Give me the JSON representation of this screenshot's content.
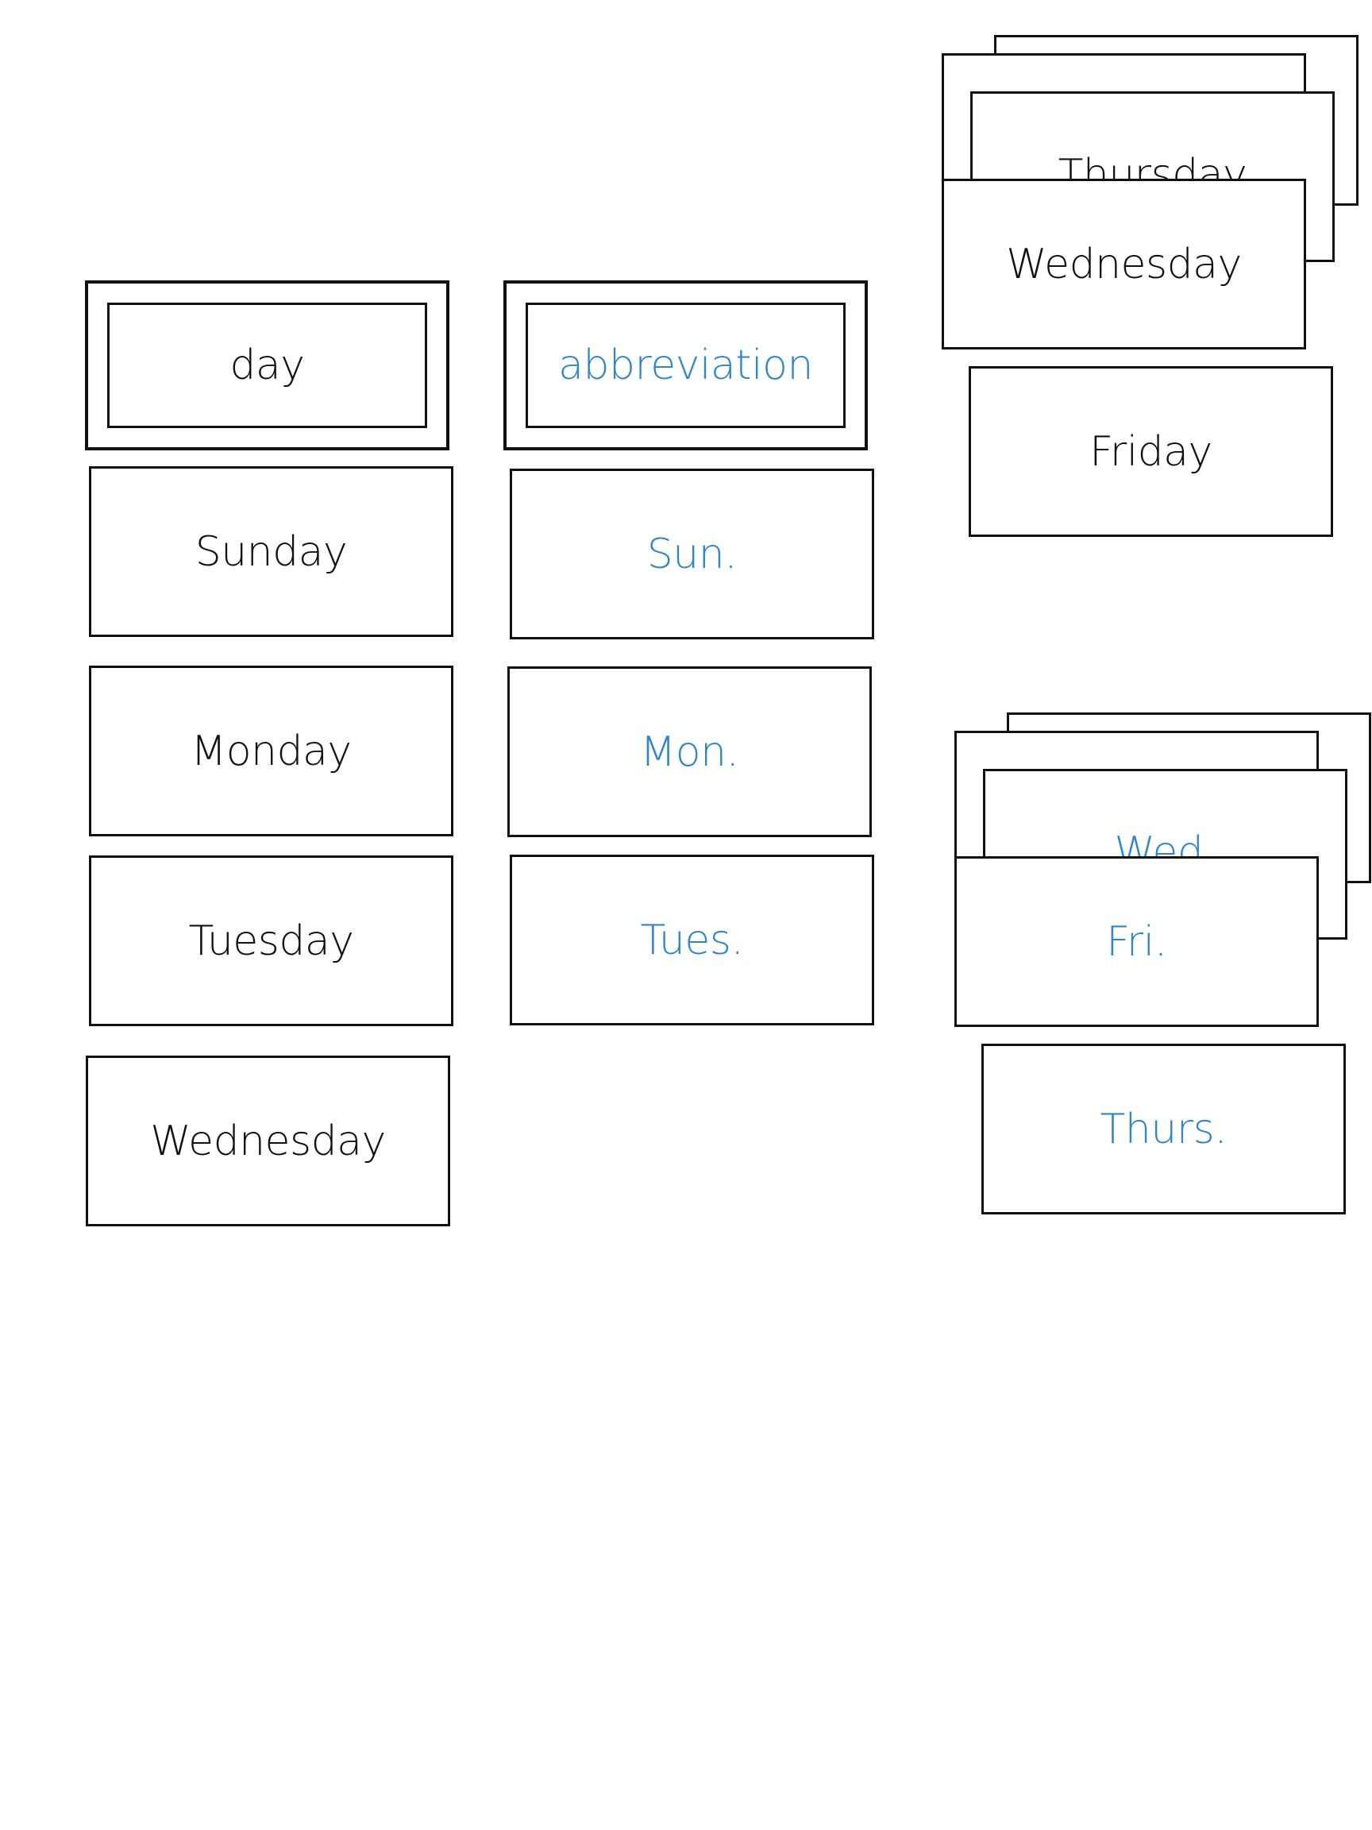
{
  "headers": {
    "day": "day",
    "abbreviation": "abbreviation"
  },
  "days": {
    "sunday": "Sunday",
    "monday": "Monday",
    "tuesday": "Tuesday",
    "wednesday": "Wednesday"
  },
  "abbreviations": {
    "sun": "Sun.",
    "mon": "Mon.",
    "tues": "Tues."
  },
  "stack_days": {
    "thursday": "Thursday",
    "wednesday": "Wednesday",
    "friday": "Friday"
  },
  "stack_abbreviations": {
    "wed": "Wed.",
    "fri": "Fri.",
    "thurs": "Thurs."
  },
  "colors": {
    "day_text": "#111111",
    "abbreviation_text": "#2f86c9",
    "border": "#111111"
  }
}
